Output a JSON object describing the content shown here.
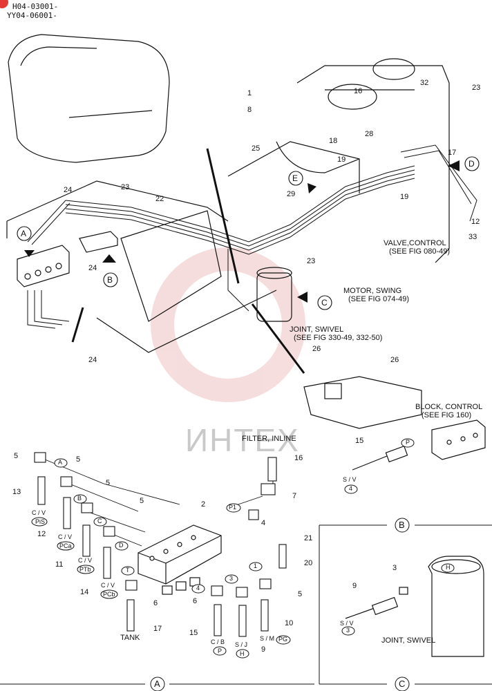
{
  "header": {
    "serial_1": "H04-03001-",
    "serial_2": "YY04-06001-"
  },
  "watermark": {
    "text": "ИНТЕХ",
    "color": "#c9c9c9",
    "logo_color": "#e8a0a0"
  },
  "view_markers": {
    "a": "A",
    "b": "B",
    "c": "C",
    "d": "D",
    "e": "E"
  },
  "callouts_main": {
    "n1": "1",
    "n8": "8",
    "n25": "25",
    "n16": "16",
    "n32": "32",
    "n23a": "23",
    "n18": "18",
    "n28": "28",
    "n17": "17",
    "n19a": "19",
    "n19b": "19",
    "n24a": "24",
    "n23b": "23",
    "n22": "22",
    "n29": "29",
    "n12": "12",
    "n33": "33",
    "n24b": "24",
    "n23c": "23",
    "n24c": "24",
    "n26a": "26",
    "n26b": "26"
  },
  "notes": {
    "valve_1": "VALVE,CONTROL",
    "valve_2": "(SEE FIG 080-49)",
    "motor_1": "MOTOR, SWING",
    "motor_2": "(SEE FIG 074-49)",
    "joint_1": "JOINT, SWIVEL",
    "joint_2": "(SEE FIG 330-49, 332-50)",
    "block_1": "BLOCK, CONTROL",
    "block_2": "(SEE FIG 160)",
    "filter": "FILTER, INLINE",
    "joint_c": "JOINT, SWIVEL",
    "tank": "TANK"
  },
  "callouts_a": {
    "n5a": "5",
    "n5b": "5",
    "n5c": "5",
    "n5d": "5",
    "n5e": "5",
    "n13": "13",
    "n12": "12",
    "n11": "11",
    "n14": "14",
    "n2": "2",
    "n16": "16",
    "n7": "7",
    "n4": "4",
    "n21": "21",
    "n20": "20",
    "n6a": "6",
    "n6b": "6",
    "n17": "17",
    "n15": "15",
    "n9": "9",
    "n10": "10",
    "n3": "3",
    "n1": "1"
  },
  "port_tags": {
    "A": "A",
    "B": "B",
    "C": "C",
    "D": "D",
    "T": "T",
    "P1": "P1",
    "p3": "3",
    "p4": "4",
    "p1": "1"
  },
  "line_labels": {
    "cv1": "C / V",
    "pis": "PiS",
    "cv2": "C / V",
    "pca": "PCa",
    "cv3": "C / V",
    "ptb": "PTb",
    "cv4": "C / V",
    "pcb": "PCb",
    "cb": "C / B",
    "p": "P",
    "sj": "S / J",
    "h": "H",
    "sm": "S / M",
    "pg": "PG"
  },
  "callouts_b": {
    "n15": "15",
    "p": "P",
    "sv": "S / V",
    "n4": "4"
  },
  "callouts_c": {
    "n9": "9",
    "n3": "3",
    "h": "H",
    "sv": "S / V",
    "n3b": "3"
  },
  "section_labels": {
    "a": "A",
    "b": "B",
    "c": "C"
  }
}
